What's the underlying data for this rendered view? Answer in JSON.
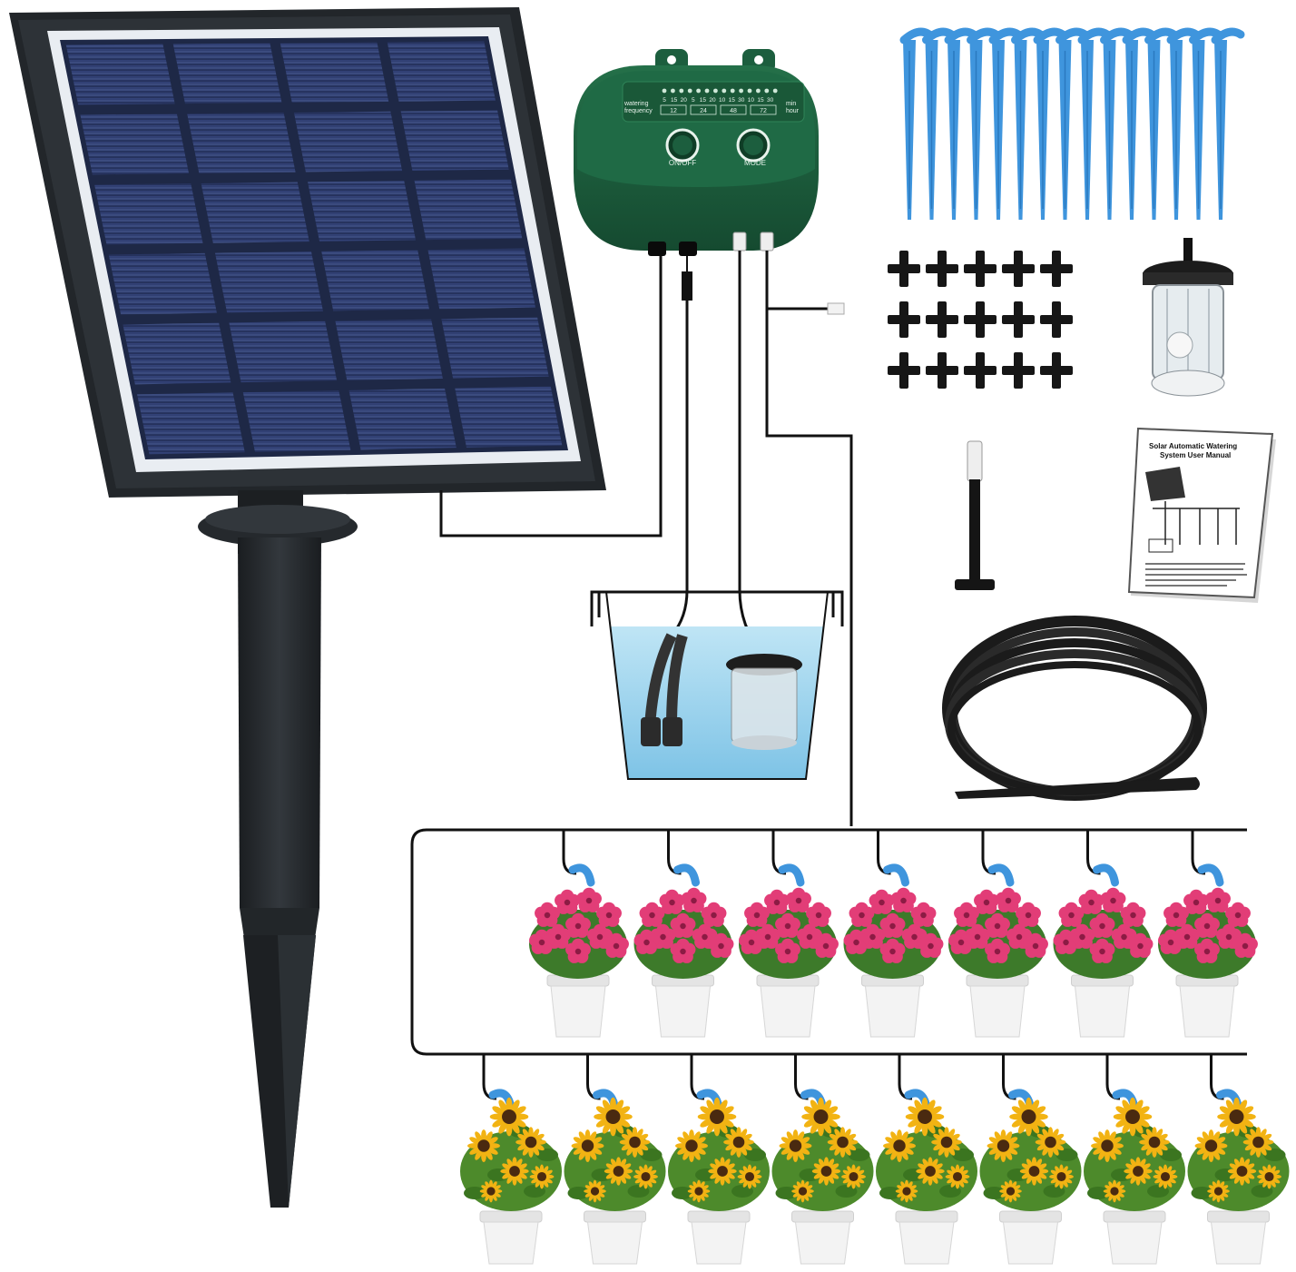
{
  "controller": {
    "label_watering": "watering",
    "label_frequency": "frequency",
    "label_min": "min",
    "label_hour": "hour",
    "minute_ticks": [
      "5",
      "15",
      "20",
      "5",
      "15",
      "20",
      "10",
      "15",
      "30",
      "10",
      "15",
      "30"
    ],
    "hour_ticks": [
      "12",
      "24",
      "48",
      "72"
    ],
    "onoff_label": "ON/OFF",
    "mode_label": "MODE"
  },
  "manual": {
    "title_line1": "Solar Automatic Watering",
    "title_line2": "System User Manual"
  },
  "colors": {
    "controller_green": "#1c5e3e",
    "panel_frame": "#24282c",
    "solar_cell": "#2c3a67",
    "drip_stake_blue": "#3f95dd",
    "water_blue": "#9fd4ee",
    "pink_flower": "#e23d77",
    "sunflower_yellow": "#f2b313",
    "pot_white": "#f3f3f3"
  },
  "icons": {
    "solar_panel": "solar-panel-icon",
    "controller": "pump-controller-icon",
    "drip_stake": "drip-stake-icon",
    "tee_connector": "tee-connector-icon",
    "filter": "water-filter-icon",
    "hose": "hose-coil-icon",
    "manual": "user-manual-icon"
  },
  "counts": {
    "drip_stakes": 15,
    "tee_connectors": 15,
    "flower_pots_top_row": 7,
    "sunflower_pots_bottom_row": 8
  }
}
